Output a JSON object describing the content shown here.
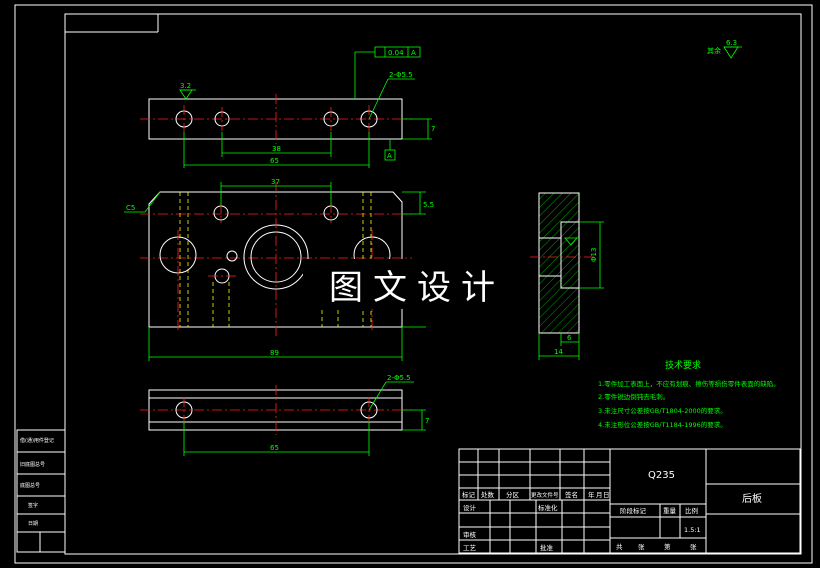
{
  "drawing": {
    "title_block": {
      "material": "Q235",
      "part_name": "后板",
      "scale": "1.5:1",
      "headers": [
        "标记",
        "处数",
        "分区",
        "更改文件号",
        "签名",
        "年",
        "月",
        "日"
      ],
      "rows": [
        "设计",
        "标准化",
        "审核",
        "工艺",
        "批准"
      ],
      "stage_label": "阶段标记",
      "weight_label": "重量",
      "scale_label": "比例",
      "sheets": [
        "共",
        "张",
        "第",
        "张"
      ]
    },
    "left_strip": [
      "借(通)用件登记",
      "旧底图总号",
      "底图总号",
      "签字",
      "日期"
    ],
    "tech_requirements": {
      "heading": "技术要求",
      "items": [
        "1.零件加工表面上，不应有划痕、擦伤等损伤零件表面的缺陷。",
        "2.零件锐边倒钝去毛刺。",
        "3.未注尺寸公差按GB/T1804-2000的要求。",
        "4.未注形位公差按GB/T1184-1996的要求。"
      ]
    },
    "dimensions": {
      "top_hole": "2-Φ5.5",
      "top_d1": "38",
      "top_d2": "65",
      "top_side": "7",
      "front_d1": "37",
      "front_d2": "89",
      "front_side": "5.5",
      "front_label": "C5",
      "bottom_hole": "2-Φ5.5",
      "bottom_d1": "65",
      "bottom_side": "7",
      "side_d1": "14",
      "side_d2": "6",
      "side_d3": "Φ13",
      "roughness_top": "3.2",
      "roughness_corner": "6.3",
      "roughness_corner_label": "其余",
      "tolerance_value": "0.04",
      "tolerance_ref": "A",
      "datum": "A"
    },
    "watermark": "图文设计"
  }
}
